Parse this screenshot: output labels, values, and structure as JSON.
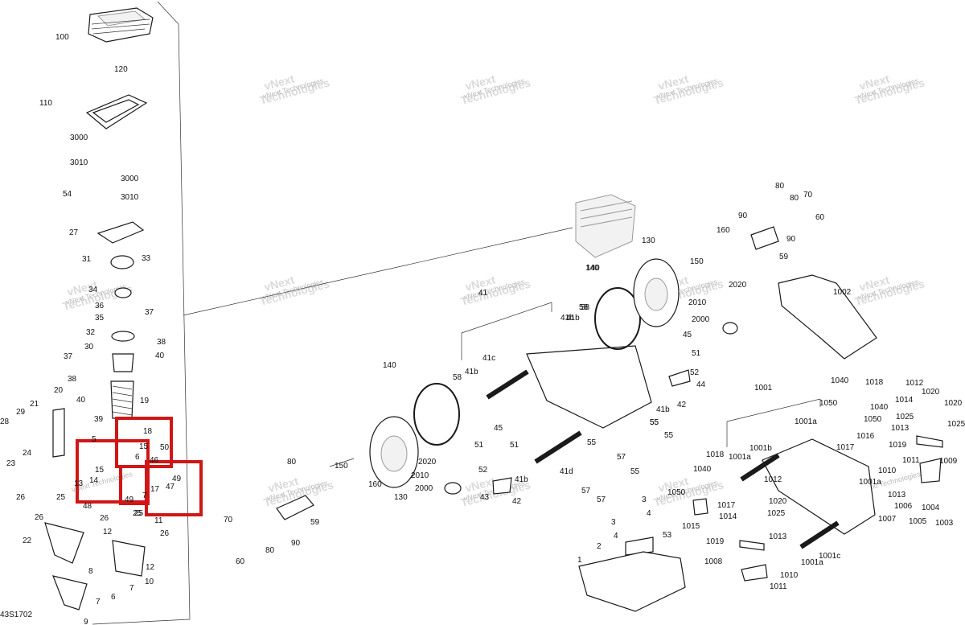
{
  "diagram": {
    "code": "43S1702",
    "highlight_color": "#d01616",
    "watermark": {
      "line1": "vNext",
      "line2": "Technologies",
      "combined": "vNext Technologies"
    },
    "labels": [
      "100",
      "120",
      "110",
      "3000",
      "3010",
      "3000",
      "3010",
      "54",
      "27",
      "31",
      "33",
      "34",
      "36",
      "35",
      "37",
      "32",
      "30",
      "38",
      "40",
      "37",
      "38",
      "40",
      "19",
      "39",
      "20",
      "21",
      "29",
      "28",
      "24",
      "23",
      "25",
      "26",
      "22",
      "26",
      "9",
      "8",
      "7",
      "6",
      "7",
      "10",
      "12",
      "11",
      "25",
      "12",
      "26",
      "13",
      "14",
      "15",
      "5",
      "15",
      "18",
      "6",
      "50",
      "46",
      "49",
      "47",
      "17",
      "48",
      "49",
      "25",
      "26",
      "7",
      "41",
      "41b",
      "58",
      "140",
      "41c",
      "58",
      "41b",
      "140",
      "130",
      "150",
      "160",
      "80",
      "70",
      "60",
      "80",
      "90",
      "59",
      "51",
      "45",
      "51",
      "52",
      "2020",
      "2010",
      "2000",
      "43",
      "42",
      "41b",
      "41d",
      "55",
      "57",
      "57",
      "55",
      "55",
      "57",
      "55",
      "3",
      "4",
      "3",
      "4",
      "53",
      "2",
      "1",
      "130",
      "150",
      "140",
      "58",
      "41b",
      "55",
      "45",
      "51",
      "52",
      "44",
      "42",
      "41b",
      "2020",
      "2010",
      "2000",
      "160",
      "80",
      "80",
      "70",
      "90",
      "90",
      "60",
      "59",
      "1002",
      "1001",
      "1040",
      "1018",
      "1012",
      "1020",
      "1014",
      "1020",
      "1050",
      "1040",
      "1025",
      "1050",
      "1013",
      "1025",
      "1001a",
      "1016",
      "1017",
      "1019",
      "1011",
      "1009",
      "1010",
      "1001a",
      "1013",
      "1006",
      "1004",
      "1007",
      "1005",
      "1003",
      "1018",
      "1001b",
      "1001a",
      "1040",
      "1012",
      "1050",
      "1017",
      "1020",
      "1015",
      "1014",
      "1025",
      "1019",
      "1013",
      "1008",
      "1010",
      "1011",
      "1001c",
      "1001a"
    ]
  }
}
